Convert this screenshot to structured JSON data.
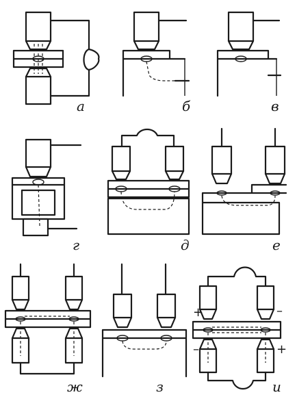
{
  "labels": {
    "a": "а",
    "b": "б",
    "v": "в",
    "g": "г",
    "d": "д",
    "e": "е",
    "zh": "ж",
    "z": "з",
    "i": "и"
  },
  "polarity": {
    "plus_left": "+",
    "minus_right": "–",
    "minus_left": "–",
    "plus_right": "+"
  }
}
